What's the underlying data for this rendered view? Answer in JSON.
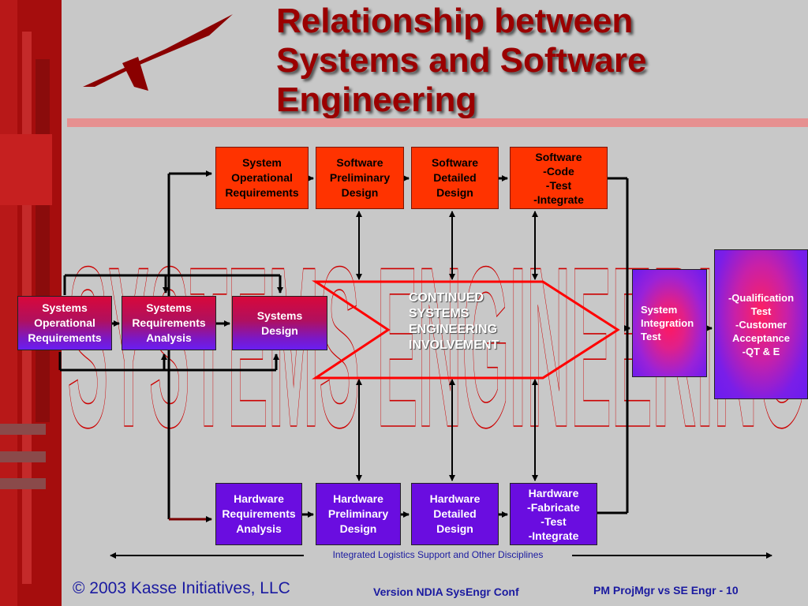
{
  "slide": {
    "title": "Relationship between\nSystems and Software\nEngineering",
    "watermark": "SYSTEMS ENGINEERING",
    "center_arrow_text": "CONTINUED\nSYSTEMS\nENGINEERING\nINVOLVEMENT",
    "software_boxes": [
      "System\nOperational\nRequirements",
      "Software\nPreliminary\nDesign",
      "Software\nDetailed\nDesign",
      "Software\n-Code\n-Test\n-Integrate"
    ],
    "systems_boxes": [
      "Systems\nOperational\nRequirements",
      "Systems\nRequirements\nAnalysis",
      "Systems\nDesign"
    ],
    "hardware_boxes": [
      "Hardware\nRequirements\nAnalysis",
      "Hardware\nPreliminary\nDesign",
      "Hardware\nDetailed\nDesign",
      "Hardware\n-Fabricate\n-Test\n-Integrate"
    ],
    "integration_box": "System\nIntegration\nTest",
    "qualification_box": "-Qualification\nTest\n-Customer\nAcceptance\n-QT & E",
    "ils_label": "Integrated Logistics Support and Other Disciplines",
    "footer": {
      "copyright": "© 2003 Kasse Initiatives, LLC",
      "version": "Version NDIA SysEngr Conf",
      "page": "PM ProjMgr vs SE Engr - 10"
    }
  },
  "colors": {
    "title": "#9b0000",
    "sidebar": "#a50d0d",
    "software_box": "#ff3300",
    "hardware_box": "#6a0de0",
    "watermark_outline": "#cc0000"
  }
}
